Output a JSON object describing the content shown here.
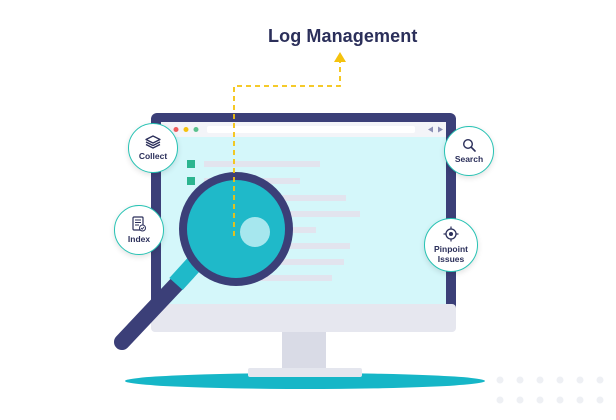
{
  "title": "Log Management",
  "features": {
    "collect": "Collect",
    "index": "Index",
    "search": "Search",
    "pinpoint": "Pinpoint Issues"
  },
  "colors": {
    "navy": "#2b2f5a",
    "teal": "#27c3b4",
    "screen": "#d4f7fa",
    "accent_yellow": "#f4c20d",
    "lens": "#1fb9c9",
    "base_shadow": "#16b6c7"
  },
  "icons": {
    "collect": "layers-icon",
    "index": "document-check-icon",
    "search": "magnifier-icon",
    "pinpoint": "target-icon"
  }
}
